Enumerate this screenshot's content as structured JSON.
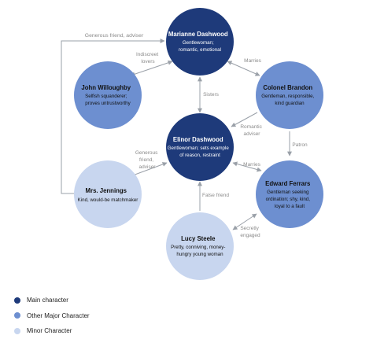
{
  "colors": {
    "main": "#1e3a7a",
    "major": "#6d8fd0",
    "minor": "#c8d6ef",
    "edge": "#9aa0a8",
    "edge_label": "#8a8a8a"
  },
  "characters": {
    "marianne": {
      "name": "Marianne Dashwood",
      "desc": [
        "Gentlewoman;",
        "romantic, emotional"
      ],
      "role": "main"
    },
    "willoughby": {
      "name": "John Willoughby",
      "desc": [
        "Selfish squanderer;",
        "proves untrustworthy"
      ],
      "role": "major"
    },
    "brandon": {
      "name": "Colonel Brandon",
      "desc": [
        "Gentleman, responsible,",
        "kind guardian"
      ],
      "role": "major"
    },
    "elinor": {
      "name": "Elinor Dashwood",
      "desc": [
        "Gentlewoman; sets example",
        "of reason, restraint"
      ],
      "role": "main"
    },
    "jennings": {
      "name": "Mrs. Jennings",
      "desc": [
        "Kind, would-be matchmaker"
      ],
      "role": "minor"
    },
    "edward": {
      "name": "Edward Ferrars",
      "desc": [
        "Gentleman seeking",
        "ordination; shy, kind,",
        "loyal to a fault"
      ],
      "role": "major"
    },
    "lucy": {
      "name": "Lucy Steele",
      "desc": [
        "Pretty, conniving, money-",
        "hungry young woman"
      ],
      "role": "minor"
    }
  },
  "relationships": {
    "generous_friend_marianne": [
      "Generous friend, adviser"
    ],
    "indiscreet_lovers": [
      "Indiscreet",
      "lovers"
    ],
    "marries_brandon": [
      "Marries"
    ],
    "sisters": [
      "Sisters"
    ],
    "romantic_adviser": [
      "Romantic",
      "adviser"
    ],
    "patron": [
      "Patron"
    ],
    "generous_friend_elinor": [
      "Generous",
      "friend,",
      "adviser"
    ],
    "marries_edward": [
      "Marries"
    ],
    "false_friend": [
      "False friend"
    ],
    "secretly_engaged": [
      "Secretly",
      "engaged"
    ]
  },
  "legend": [
    {
      "label": "Main character",
      "color": "#1e3a7a"
    },
    {
      "label": "Other Major Character",
      "color": "#6d8fd0"
    },
    {
      "label": "Minor Character",
      "color": "#c8d6ef"
    }
  ]
}
